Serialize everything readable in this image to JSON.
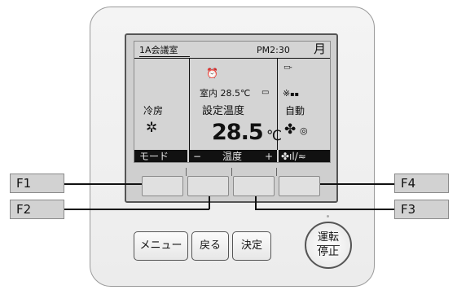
{
  "lcd": {
    "room_name": "1A会議室",
    "clock": "PM2:30",
    "month": "月",
    "timer_icon": "⏰",
    "mode_label": "冷房",
    "mode_icon": "✲",
    "indoor_temp": "室内 28.5℃",
    "set_temp_label": "設定温度",
    "set_temp_value": "28.5",
    "set_temp_unit": "℃",
    "fan_mode_label": "自動",
    "airflow_icon": "※",
    "fan_icon": "✤",
    "fan_small_icon": "◎",
    "dash_ticks": "▭-",
    "softkeys": {
      "mode": "モード",
      "minus": "−",
      "temp": "温度",
      "plus": "+",
      "fan": "✤ıl/≈"
    }
  },
  "function_keys": {
    "f1": "F1",
    "f2": "F2",
    "f3": "F3",
    "f4": "F4"
  },
  "buttons": {
    "menu": "メニュー",
    "back": "戻る",
    "confirm": "決定",
    "power_line1": "運転",
    "power_line2": "停止"
  }
}
